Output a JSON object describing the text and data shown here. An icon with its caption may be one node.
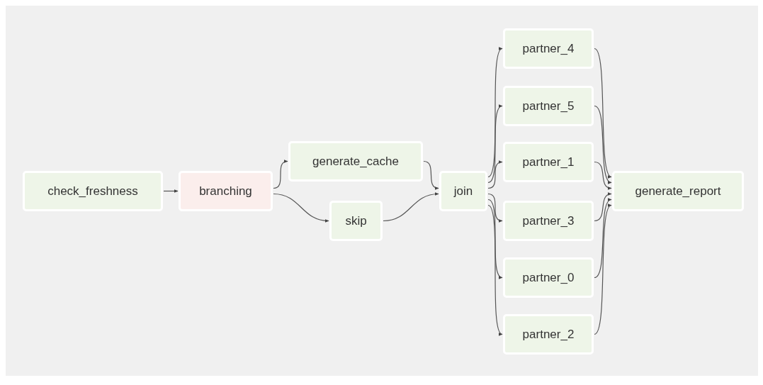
{
  "diagram": {
    "nodes": [
      {
        "text": [
          "check_freshness"
        ]
      },
      {
        "text": [
          "branching"
        ]
      },
      {
        "text": [
          "generate_cache"
        ]
      },
      {
        "text": [
          "skip"
        ]
      },
      {
        "text": [
          "join"
        ]
      },
      {
        "text": [
          "partner_4"
        ]
      },
      {
        "text": [
          "partner_5"
        ]
      },
      {
        "text": [
          "partner_1"
        ]
      },
      {
        "text": [
          "partner_3"
        ]
      },
      {
        "text": [
          "partner_0"
        ]
      },
      {
        "text": [
          "partner_2"
        ]
      },
      {
        "text": [
          "generate_report"
        ]
      }
    ],
    "edges": [
      {
        "from": 0,
        "to": 1,
        "arrow": "to"
      },
      {
        "from": 1,
        "to": 2,
        "arrow": "to"
      },
      {
        "from": 1,
        "to": 3,
        "arrow": "to"
      },
      {
        "from": 2,
        "to": 4,
        "arrow": "to"
      },
      {
        "from": 3,
        "to": 4,
        "arrow": "to"
      },
      {
        "from": 4,
        "to": 5,
        "arrow": "to"
      },
      {
        "from": 4,
        "to": 6,
        "arrow": "to"
      },
      {
        "from": 4,
        "to": 7,
        "arrow": "to"
      },
      {
        "from": 4,
        "to": 8,
        "arrow": "to"
      },
      {
        "from": 4,
        "to": 9,
        "arrow": "to"
      },
      {
        "from": 4,
        "to": 10,
        "arrow": "to"
      },
      {
        "from": 5,
        "to": 11,
        "arrow": "to"
      },
      {
        "from": 6,
        "to": 11,
        "arrow": "to"
      },
      {
        "from": 7,
        "to": 11,
        "arrow": "to"
      },
      {
        "from": 8,
        "to": 11,
        "arrow": "to"
      },
      {
        "from": 9,
        "to": 11,
        "arrow": "to"
      },
      {
        "from": 10,
        "to": 11,
        "arrow": "to"
      }
    ]
  }
}
